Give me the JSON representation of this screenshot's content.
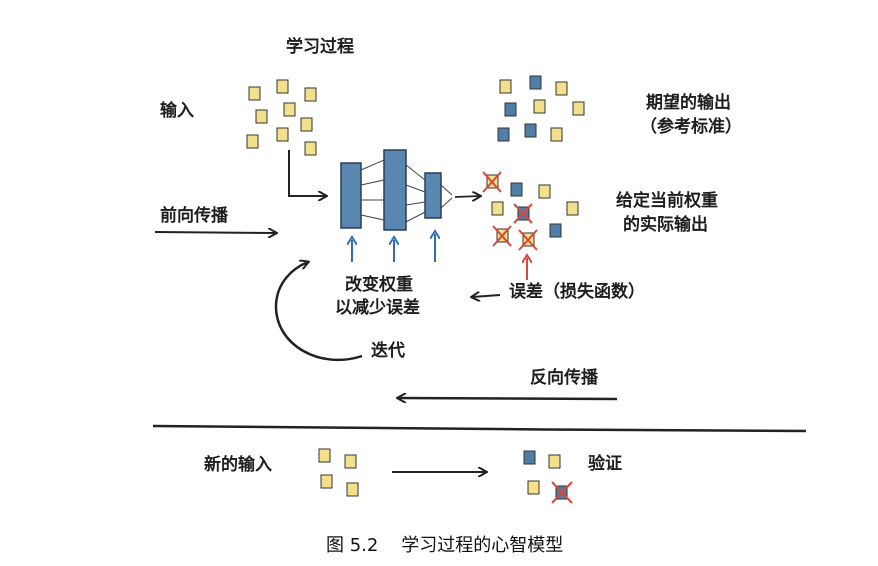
{
  "title": "学习过程",
  "labels": {
    "input": "输入",
    "expected_output_1": "期望的输出",
    "expected_output_2": "（参考标准）",
    "forward_propagation": "前向传播",
    "actual_output_1": "给定当前权重",
    "actual_output_2": "的实际输出",
    "adjust_weights_1": "改变权重",
    "adjust_weights_2": "以减少误差",
    "error_loss": "误差（损失函数）",
    "iterate": "迭代",
    "backpropagation": "反向传播",
    "new_input": "新的输入",
    "validation": "验证"
  },
  "caption": "图 5.2    学习过程的心智模型",
  "colors": {
    "note_yellow": "#f3e08a",
    "note_blue": "#4f7ea8",
    "layer_blue": "#5a86b2",
    "arrow_blue": "#2f6fb0",
    "error_red": "#d9473a",
    "ink": "#222222"
  }
}
